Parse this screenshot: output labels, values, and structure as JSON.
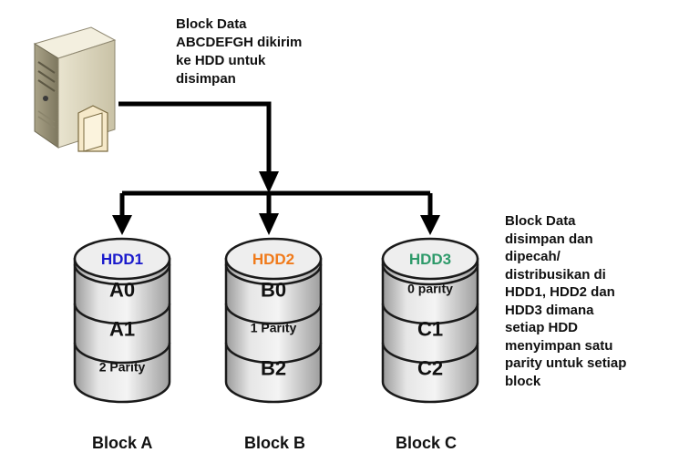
{
  "server_note": {
    "lines": [
      "Block Data",
      "ABCDEFGH dikirim",
      "ke HDD untuk",
      "disimpan"
    ]
  },
  "side_note": {
    "lines": [
      "Block Data",
      "disimpan dan",
      "dipecah/",
      "distribusikan di",
      "HDD1, HDD2 dan",
      "HDD3 dimana",
      "setiap HDD",
      "menyimpan satu",
      "parity untuk setiap",
      "block"
    ]
  },
  "icons": {
    "server": "server-tower-icon",
    "document": "document-icon"
  },
  "colors": {
    "hdd1": "#1a1acc",
    "hdd2": "#f07a1a",
    "hdd3": "#2e9a6a",
    "disk_fill": "#d7d7d7",
    "disk_top": "#eeeeee",
    "line": "#000000"
  },
  "hdds": [
    {
      "name": "HDD1",
      "segments": [
        "A0",
        "A1",
        "2 Parity"
      ],
      "block_label": "Block A"
    },
    {
      "name": "HDD2",
      "segments": [
        "B0",
        "1 Parity",
        "B2"
      ],
      "block_label": "Block B"
    },
    {
      "name": "HDD3",
      "segments": [
        "0 parity",
        "C1",
        "C2"
      ],
      "block_label": "Block C"
    }
  ]
}
